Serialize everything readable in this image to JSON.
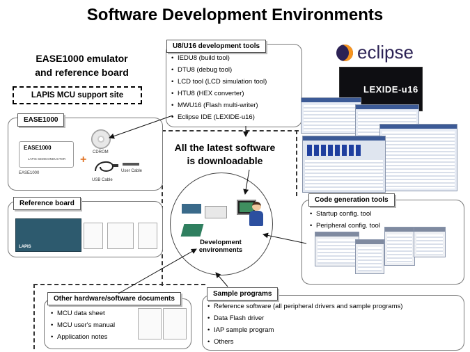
{
  "title": "Software Development Environments",
  "emulator_heading": "EASE1000 emulator\nand reference board",
  "support_site": "LAPIS MCU support site",
  "ease_box": {
    "label": "EASE1000",
    "cdrom": "CDROM",
    "usb_cable": "USB Cable",
    "user_cable": "User Cable",
    "device_label": "EASE1000",
    "device_brand": "LAPIS SEMICONDUCTOR",
    "device_caption": "EASE1000"
  },
  "reference_board": {
    "label": "Reference board",
    "board_brand": "LAPIS"
  },
  "dev_tools": {
    "label": "U8/U16 development tools",
    "items": [
      "IEDU8  (build tool)",
      "DTU8  (debug tool)",
      "LCD tool (LCD simulation  tool)",
      "HTU8  (HEX converter)",
      "MWU16  (Flash multi-writer)",
      "Eclipse IDE  (LEXIDE-u16)"
    ]
  },
  "eclipse": {
    "logo_text": "eclipse",
    "lexide": "LEXIDE-u16"
  },
  "latest_software": "All the latest software\nis downloadable",
  "dev_env": "Development\nenvironments",
  "code_gen": {
    "label": "Code generation tools",
    "items": [
      "Startup config. tool",
      "Peripheral config. tool"
    ]
  },
  "other_docs": {
    "label": "Other hardware/software documents",
    "items": [
      "MCU  data sheet",
      "MCU  user's manual",
      "Application notes"
    ]
  },
  "samples": {
    "label": "Sample programs",
    "items": [
      "Reference software (all peripheral drivers and sample programs)",
      "Data Flash driver",
      "IAP sample program",
      "Others"
    ]
  },
  "colors": {
    "accent_blue": "#1e3f8c",
    "board_green": "#2d6e4e",
    "box_border": "#777777"
  }
}
